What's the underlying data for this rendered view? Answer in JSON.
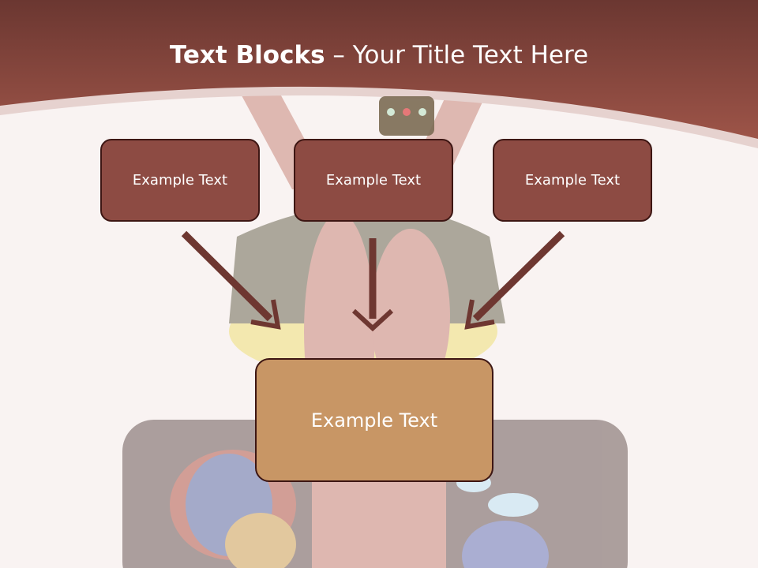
{
  "slide": {
    "title_bold": "Text Blocks",
    "title_sep": " – ",
    "title_rest": "Your Title Text Here"
  },
  "blocks": {
    "left": "Example Text",
    "middle": "Example Text",
    "right": "Example Text",
    "main": "Example Text"
  },
  "colors": {
    "header": "#8c4a42",
    "block": "#8d4b43",
    "main_block": "#c89665",
    "arrow": "#6e3731",
    "background": "#f9f3f2"
  }
}
